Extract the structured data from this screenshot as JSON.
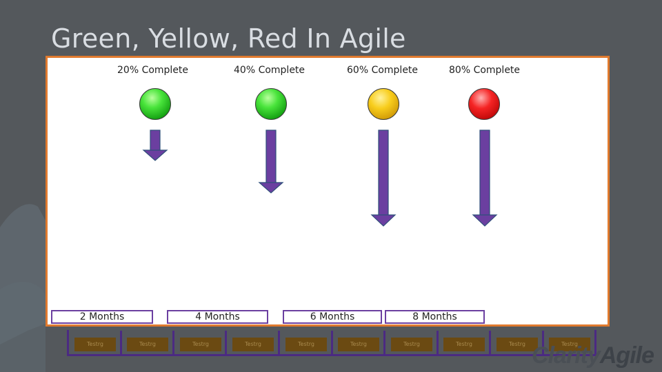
{
  "slide": {
    "title": "Green, Yellow, Red In Agile"
  },
  "indicators": [
    {
      "label": "20% Complete",
      "status": "green",
      "progress": 0.2
    },
    {
      "label": "40% Complete",
      "status": "green",
      "progress": 0.4
    },
    {
      "label": "60% Complete",
      "status": "yellow",
      "progress": 0.6
    },
    {
      "label": "80% Complete",
      "status": "red",
      "progress": 0.8
    }
  ],
  "months": [
    "2 Months",
    "4 Months",
    "6 Months",
    "8 Months"
  ],
  "cells": [
    "Testrg",
    "Testrg",
    "Testrg",
    "Testrg",
    "Testrg",
    "Testrg",
    "Testrg",
    "Testrg",
    "Testrg",
    "Testrg"
  ],
  "brand": {
    "prefix": "Clarity",
    "name": "Agile"
  },
  "colors": {
    "panel_border": "#e07a2e",
    "arrow": "#6b3fa0",
    "arrow_outline": "#2f4f7a",
    "green": "#2fd12a",
    "yellow": "#f2c014",
    "red": "#e31616",
    "month_border": "#6b3fa0"
  }
}
